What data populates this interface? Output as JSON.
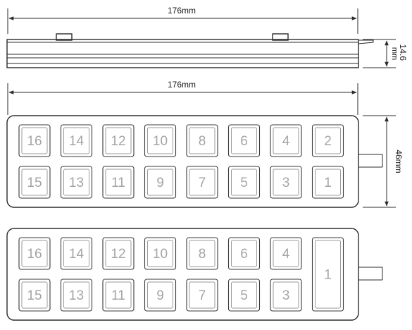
{
  "dimensions": {
    "top_width": "176mm",
    "height": "14.6\nmm",
    "mid_width": "176mm",
    "depth": "46mm"
  },
  "keypad_a": {
    "top_row": [
      "16",
      "14",
      "12",
      "10",
      "8",
      "6",
      "4",
      "2"
    ],
    "bottom_row": [
      "15",
      "13",
      "11",
      "9",
      "7",
      "5",
      "3",
      "1"
    ]
  },
  "keypad_b": {
    "top_row": [
      "16",
      "14",
      "12",
      "10",
      "8",
      "6",
      "4"
    ],
    "bottom_row": [
      "15",
      "13",
      "11",
      "9",
      "7",
      "5",
      "3"
    ],
    "large_key": "1"
  }
}
